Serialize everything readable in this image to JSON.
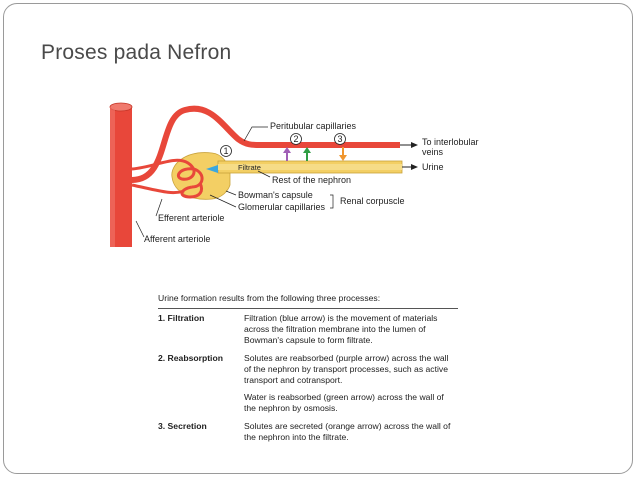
{
  "slide": {
    "title": "Proses pada Nefron"
  },
  "diagram": {
    "labels": {
      "peritubular": "Peritubular capillaries",
      "step1": "1",
      "step2": "2",
      "step3": "3",
      "to_interlobular_1": "To interlobular",
      "to_interlobular_2": "veins",
      "urine": "Urine",
      "filtrate": "Filtrate",
      "rest_of_nephron": "Rest of the nephron",
      "bowmans_capsule": "Bowman's capsule",
      "glomerular_capillaries": "Glomerular capillaries",
      "renal_corpuscle": "Renal corpuscle",
      "efferent_arteriole": "Efferent arteriole",
      "afferent_arteriole": "Afferent arteriole"
    },
    "colors": {
      "vessel": "#e8473a",
      "capsule": "#f3cf64",
      "filtration_arrow": "#3aa7e0",
      "reabsorption_solute_arrow": "#a05fb6",
      "reabsorption_water_arrow": "#2f9e44",
      "secretion_arrow": "#f0962e"
    }
  },
  "table": {
    "intro": "Urine formation results from the following three processes:",
    "rows": [
      {
        "term": "1. Filtration",
        "desc": "Filtration (blue arrow) is the movement of materials across the filtration membrane into the lumen of Bowman's capsule to form filtrate."
      },
      {
        "term": "2. Reabsorption",
        "desc": "Solutes are reabsorbed (purple arrow) across the wall of the nephron by transport processes, such as active transport and cotransport."
      },
      {
        "term": "",
        "desc": "Water is reabsorbed (green arrow) across the wall of the nephron by osmosis."
      },
      {
        "term": "3. Secretion",
        "desc": "Solutes are secreted (orange arrow) across the wall of the nephron into the filtrate."
      }
    ]
  }
}
